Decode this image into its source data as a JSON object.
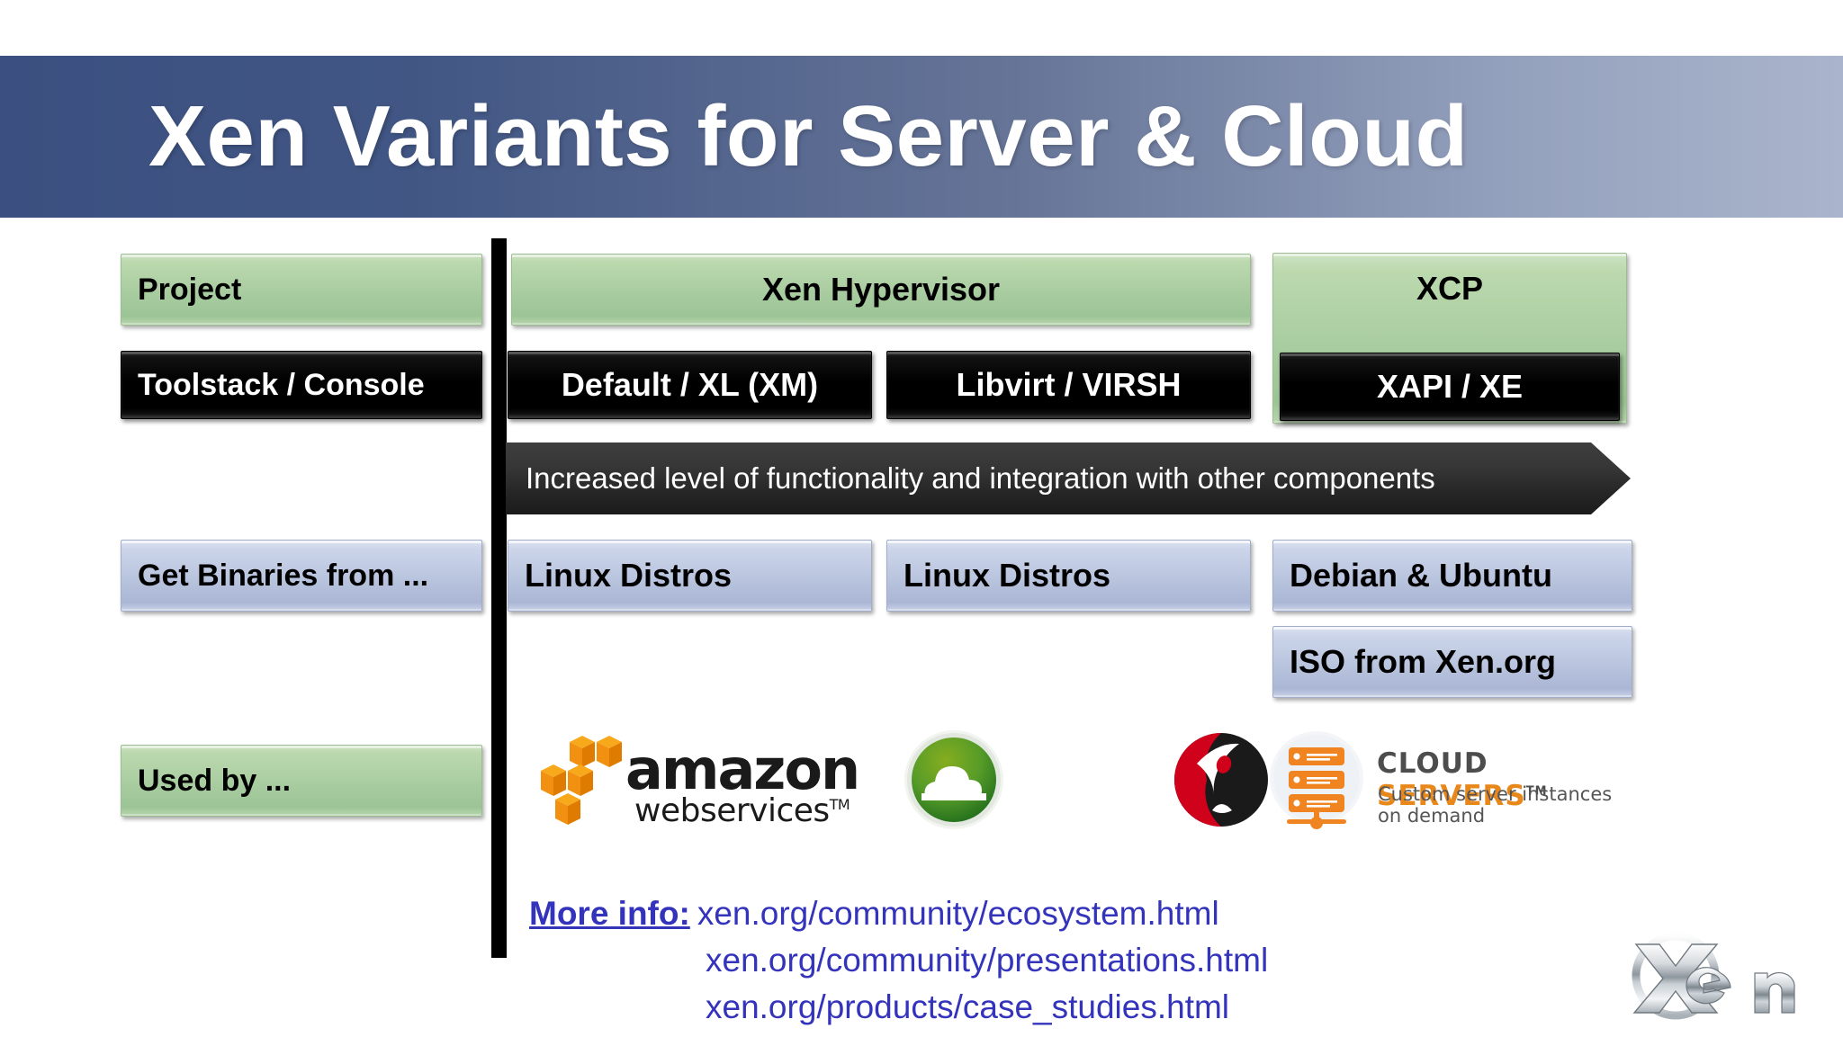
{
  "slide": {
    "title": "Xen Variants for Server & Cloud"
  },
  "colors": {
    "banner_left": "#3b5080",
    "banner_right": "#aab5cc",
    "green_box": "#a8cca0",
    "blue_box": "#b9c4de",
    "black_box": "#000000",
    "link_blue": "#3333bb",
    "aws_orange": "#f29111",
    "rackspace_red": "#d0021b",
    "cloud_green": "#4f9e2f",
    "servers_orange": "#e8871a"
  },
  "row_labels": {
    "project": "Project",
    "toolstack": "Toolstack / Console",
    "binaries": "Get Binaries from ...",
    "used_by": "Used by ..."
  },
  "projects": [
    {
      "name": "Xen Hypervisor"
    },
    {
      "name": "XCP"
    }
  ],
  "toolstacks": [
    {
      "name": "Default / XL (XM)"
    },
    {
      "name": "Libvirt / VIRSH"
    },
    {
      "name": "XAPI / XE"
    }
  ],
  "arrow": {
    "text": "Increased level of functionality and integration with other components"
  },
  "binaries": [
    {
      "name": "Linux Distros"
    },
    {
      "name": "Linux Distros"
    },
    {
      "name": "Debian & Ubuntu"
    },
    {
      "name": "ISO from Xen.org"
    }
  ],
  "logos": {
    "aws": {
      "word": "amazon",
      "sub": "webservices",
      "tm": "TM"
    },
    "cloudstack": {
      "alt": "green cloud logo"
    },
    "rackspace": {
      "cloud_word": "CLOUD ",
      "servers_word": "SERVERS",
      "tm": "TM",
      "tagline": "Custom server instances on demand"
    },
    "xen": {
      "alt": "Xen"
    }
  },
  "more_info": {
    "label": "More info:",
    "links": [
      "xen.org/community/ecosystem.html",
      "xen.org/community/presentations.html",
      "xen.org/products/case_studies.html"
    ]
  }
}
